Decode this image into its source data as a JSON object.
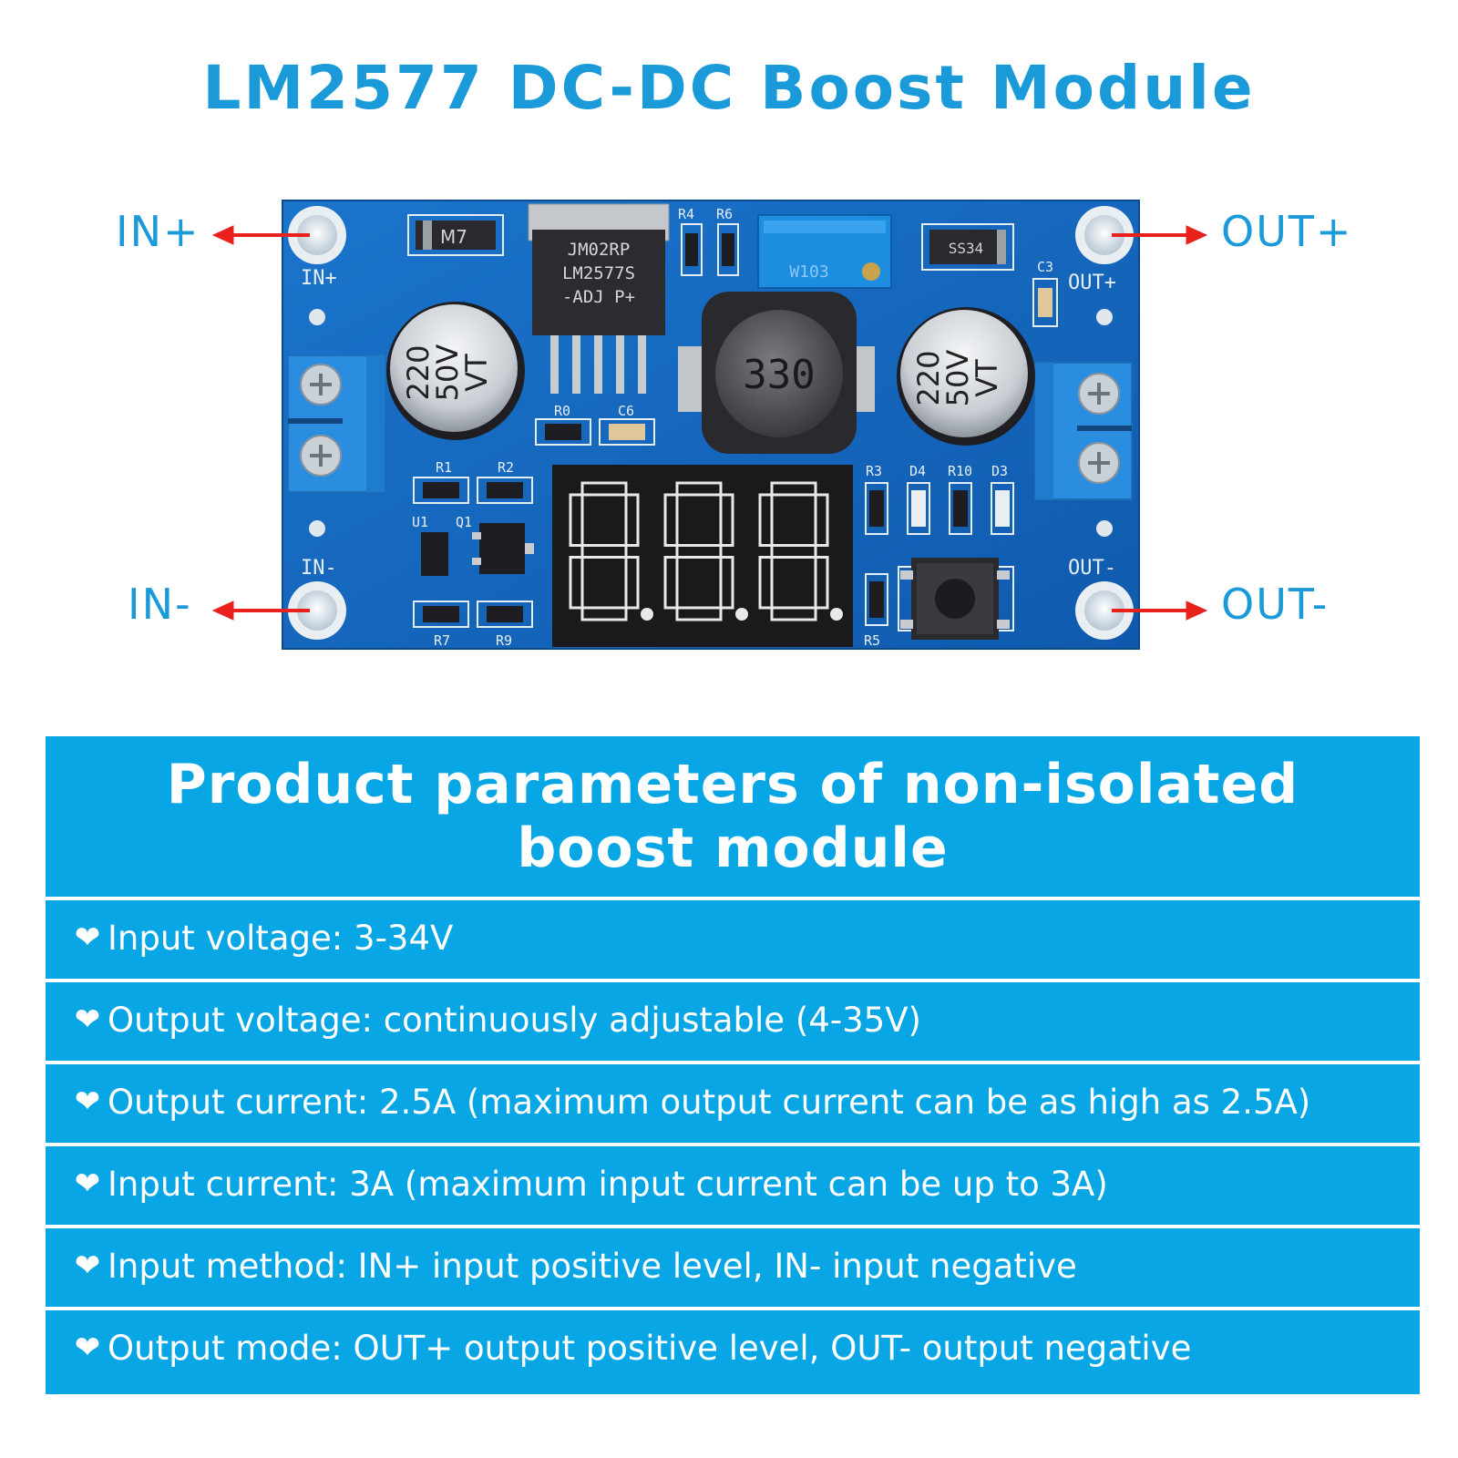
{
  "title": "LM2577 DC-DC Boost Module",
  "pins": {
    "in_plus": "IN+",
    "in_minus": "IN-",
    "out_plus": "OUT+",
    "out_minus": "OUT-"
  },
  "board": {
    "regulator_line1": "JM02RP",
    "regulator_line2": "LM2577S",
    "regulator_line3": "-ADJ P+",
    "capacitor_left": [
      "220",
      "50V",
      "VT"
    ],
    "capacitor_right": [
      "220",
      "50V",
      "VT"
    ],
    "inductor": "330",
    "diode_left": "M7",
    "diode_right": "SS34",
    "pot": "W103",
    "silk_in_plus": "IN+",
    "silk_in_minus": "IN-",
    "silk_out_plus": "OUT+",
    "silk_out_minus": "OUT-",
    "silk_r4": "R4",
    "silk_r6": "R6",
    "silk_c3": "C3",
    "silk_r0": "R0",
    "silk_c6": "C6",
    "silk_r1": "R1",
    "silk_r2": "R2",
    "silk_u1": "U1",
    "silk_q1": "Q1",
    "silk_r7": "R7",
    "silk_r9": "R9",
    "silk_r3": "R3",
    "silk_d4": "D4",
    "silk_r10": "R10",
    "silk_d3": "D3",
    "silk_r5": "R5",
    "display": "8.8.8."
  },
  "parameters": {
    "heading": "Product parameters of non-isolated\nboost module",
    "bullet_icon": "heart-icon",
    "items": [
      "Input voltage: 3-34V",
      "Output voltage: continuously adjustable (4-35V)",
      "Output current: 2.5A (maximum output current can be as high as 2.5A)",
      "Input current: 3A (maximum input current can be up to 3A)",
      "Input method: IN+ input positive level, IN- input negative",
      "Output mode: OUT+ output positive level, OUT- output negative"
    ]
  },
  "colors": {
    "title": "#1a9ad8",
    "panel": "#08a6e4",
    "pcb": "#1565c0",
    "arrow": "#e8211d"
  }
}
